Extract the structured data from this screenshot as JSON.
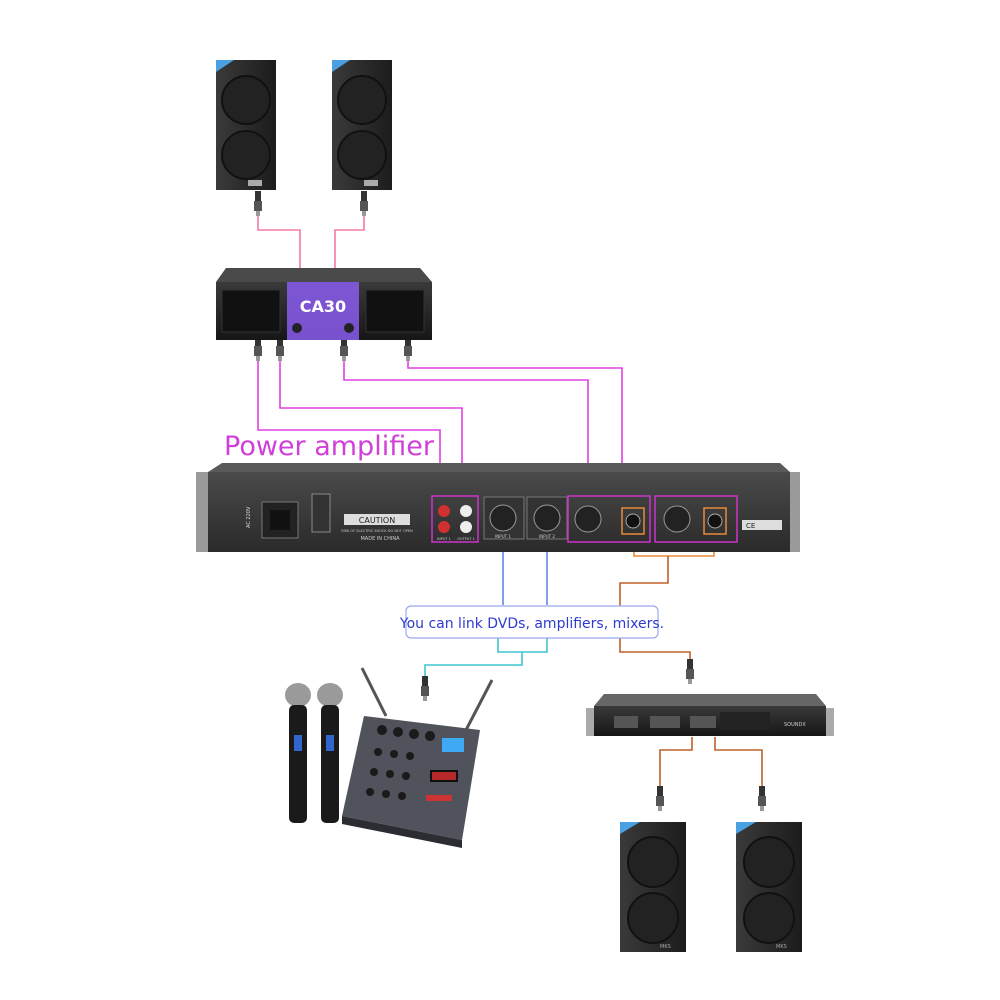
{
  "heading": "Power amplifier",
  "callout": "You can link DVDs, amplifiers, mixers.",
  "amp_brand": "CA30",
  "panel": {
    "caution": "CAUTION",
    "caution_sub": "RISK OF ELECTRIC SHOCK DO NOT OPEN",
    "made_in": "MADE IN CHINA",
    "input1": "INPUT 1",
    "input2": "INPUT 2",
    "rca1": "INPUT 1",
    "rca2": "OUTPUT 1",
    "voltage": "AC 220V",
    "ce": "CE"
  },
  "small_amp_label": "SOUNDX",
  "speaker_badge": "MKS",
  "colors": {
    "pink_wire": "#f07aa8",
    "magenta_wire": "#e040e0",
    "blue_wire": "#5f86e6",
    "teal_wire": "#3fc7d0",
    "brown_wire": "#c0602a",
    "heading": "#d040d8",
    "highlight_box": "#cc33cc",
    "amp_accent": "#8a5cf0",
    "orange_box": "#e88a3a"
  }
}
